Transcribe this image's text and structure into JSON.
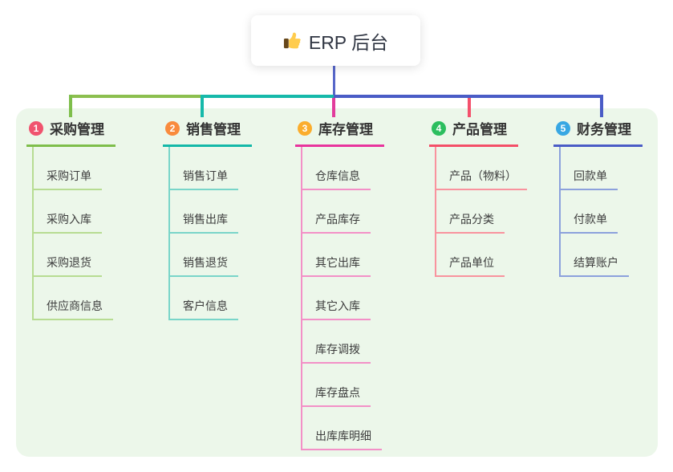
{
  "root": {
    "icon": "thumbs-up-icon",
    "title": "ERP 后台"
  },
  "panel": {
    "background": "#ECF7EA"
  },
  "trunk": {
    "root_line_color": "#5767C9",
    "left_color": "#8CBF4F",
    "mid_color": "#16B9AA",
    "right_color": "#4A5CC6"
  },
  "branches": [
    {
      "number": "1",
      "label": "采购管理",
      "badge_color": "#F0536E",
      "line_color": "#7EBE4B",
      "sub_line_color": "#B7DC92",
      "connector_color": "#7EBE4B",
      "items": [
        "采购订单",
        "采购入库",
        "采购退货",
        "供应商信息"
      ]
    },
    {
      "number": "2",
      "label": "销售管理",
      "badge_color": "#F98B3D",
      "line_color": "#14B8A8",
      "sub_line_color": "#79D5C9",
      "connector_color": "#16B9AA",
      "items": [
        "销售订单",
        "销售出库",
        "销售退货",
        "客户信息"
      ]
    },
    {
      "number": "3",
      "label": "库存管理",
      "badge_color": "#FBAD2D",
      "line_color": "#E8349D",
      "sub_line_color": "#F390C7",
      "connector_color": "#E23C9C",
      "items": [
        "仓库信息",
        "产品库存",
        "其它出库",
        "其它入库",
        "库存调拨",
        "库存盘点",
        "出库库明细"
      ]
    },
    {
      "number": "4",
      "label": "产品管理",
      "badge_color": "#2CBE5F",
      "line_color": "#F44F68",
      "sub_line_color": "#F9939E",
      "connector_color": "#F4516C",
      "items": [
        "产品（物料）",
        "产品分类",
        "产品单位"
      ]
    },
    {
      "number": "5",
      "label": "财务管理",
      "badge_color": "#38A7E3",
      "line_color": "#4A5CC6",
      "sub_line_color": "#8CA1DC",
      "connector_color": "#4A5CC6",
      "items": [
        "回款单",
        "付款单",
        "结算账户"
      ]
    }
  ]
}
